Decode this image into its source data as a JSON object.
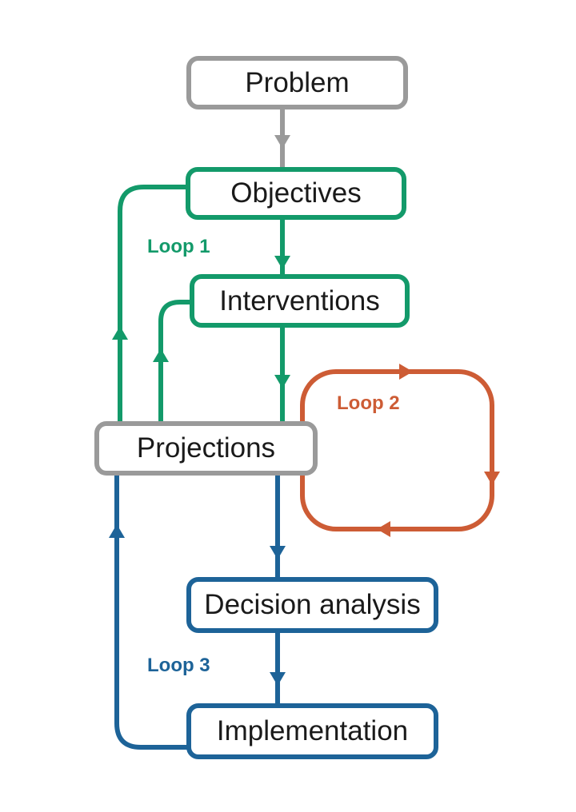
{
  "nodes": {
    "problem": "Problem",
    "objectives": "Objectives",
    "interventions": "Interventions",
    "projections": "Projections",
    "decision_analysis": "Decision analysis",
    "implementation": "Implementation"
  },
  "loops": {
    "loop1": {
      "label": "Loop 1",
      "color": "#139A6A"
    },
    "loop2": {
      "label": "Loop 2",
      "color": "#CD5C35"
    },
    "loop3": {
      "label": "Loop 3",
      "color": "#1D6398"
    }
  },
  "colors": {
    "gray": "#9A9A9A",
    "green": "#139A6A",
    "orange": "#CD5C35",
    "blue": "#1D6398",
    "text": "#1A1A1A",
    "background": "#FFFFFF"
  },
  "edges": [
    {
      "from": "Problem",
      "to": "Objectives",
      "color": "gray"
    },
    {
      "from": "Objectives",
      "to": "Interventions",
      "color": "green"
    },
    {
      "from": "Interventions",
      "to": "Projections",
      "color": "green"
    },
    {
      "from": "Projections",
      "to": "Objectives",
      "color": "green",
      "loop": "Loop 1"
    },
    {
      "from": "Projections",
      "to": "Interventions",
      "color": "green",
      "loop": "Loop 1"
    },
    {
      "from": "Projections",
      "to": "Projections",
      "color": "orange",
      "loop": "Loop 2",
      "shape": "clockwise cycle on right side"
    },
    {
      "from": "Projections",
      "to": "Decision analysis",
      "color": "blue"
    },
    {
      "from": "Decision analysis",
      "to": "Implementation",
      "color": "blue"
    },
    {
      "from": "Implementation",
      "to": "Projections",
      "color": "blue",
      "loop": "Loop 3"
    }
  ]
}
